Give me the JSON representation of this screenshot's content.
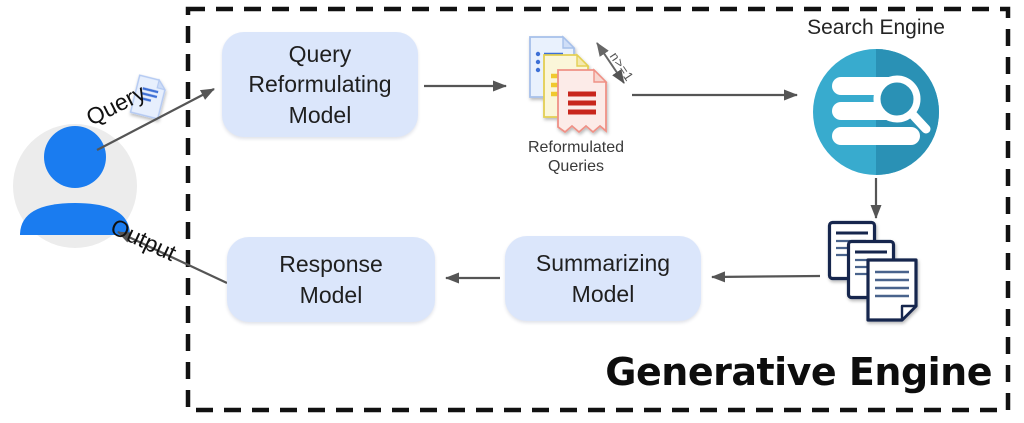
{
  "title": "Generative Engine",
  "labels": {
    "query": "Query",
    "output": "Output",
    "n_annotation": "n>=1",
    "search_engine": "Search Engine",
    "reformulated_queries": "Reformulated Queries"
  },
  "nodes": [
    {
      "id": "query-reformulating-model",
      "label": "Query Reformulating Model"
    },
    {
      "id": "summarizing-model",
      "label": "Summarizing Model"
    },
    {
      "id": "response-model",
      "label": "Response Model"
    }
  ],
  "icons": [
    "user-icon",
    "query-document-icon",
    "reformulated-queries-stack-icon",
    "n-range-arrow-icon",
    "search-engine-icon",
    "retrieved-documents-stack-icon"
  ],
  "colors": {
    "node_fill": "#dbe6fb",
    "arrow": "#555555",
    "boundary_dash": "#111111",
    "user_blue": "#1a7cf0",
    "user_circle_bg": "#ececec",
    "search_teal_light": "#38abce",
    "search_teal_dark": "#2a91b5",
    "doc_red": "#c8281e",
    "doc_yellow": "#f0c92e",
    "doc_blue_line": "#3d6fd6",
    "result_doc_border": "#16264d"
  }
}
